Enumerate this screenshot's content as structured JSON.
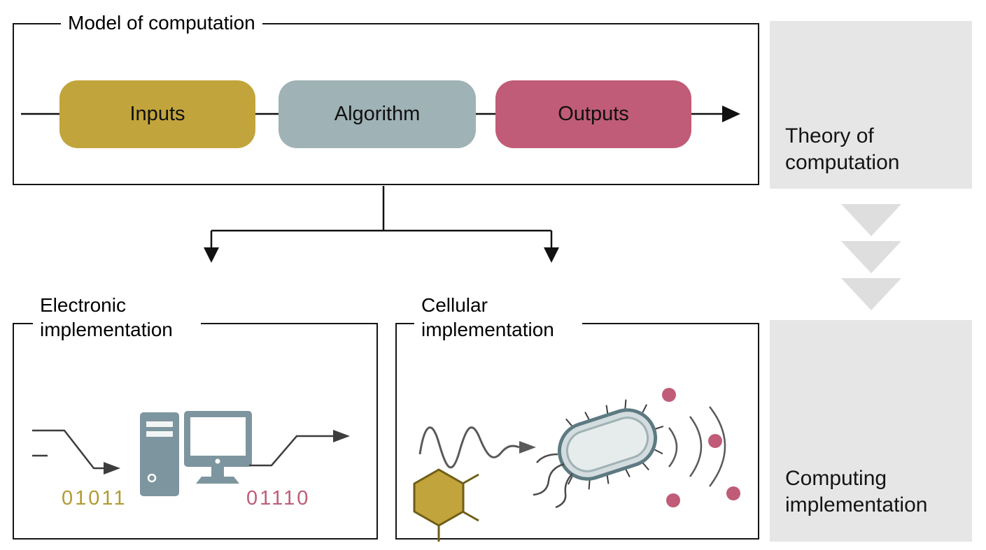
{
  "model": {
    "title": "Model of computation",
    "nodes": [
      {
        "label": "Inputs",
        "color": "#c2a43c"
      },
      {
        "label": "Algorithm",
        "color": "#9fb2b5"
      },
      {
        "label": "Outputs",
        "color": "#c05c77"
      }
    ]
  },
  "electronic": {
    "title": "Electronic implementation",
    "input_bits": "01011",
    "output_bits": "01110"
  },
  "cellular": {
    "title": "Cellular implementation"
  },
  "side": {
    "theory": "Theory of computation",
    "computing": "Computing implementation"
  },
  "colors": {
    "inputs": "#c2a43c",
    "algorithm": "#9fb2b5",
    "outputs": "#c05c77",
    "bits_in": "#b29a33",
    "bits_out": "#c05c77",
    "molecule": "#c2a43c",
    "dot": "#c05c77",
    "side_panel": "#e6e6e6",
    "chevron": "#dedede",
    "computer": "#7d959e"
  }
}
